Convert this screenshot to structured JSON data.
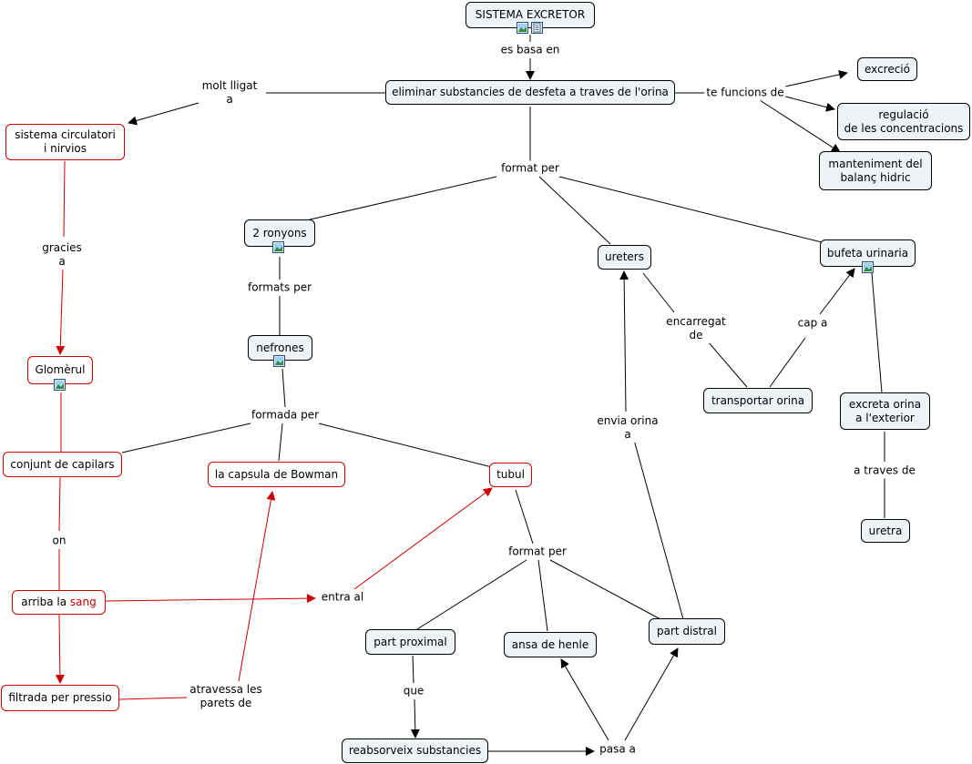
{
  "nodes": {
    "sistema_excretor": "SISTEMA EXCRETOR",
    "eliminar": "eliminar substancies de desfeta a traves de l'orina",
    "excrecio": "excreció",
    "regulacio": "regulació\nde les concentracions",
    "manteniment": "manteniment del\nbalanç hidric",
    "sistema_circulatori": "sistema circulatori\ni nirvios",
    "dos_ronyons": "2 ronyons",
    "ureters": "ureters",
    "bufeta": "bufeta urinaria",
    "nefrones": "nefrones",
    "glomerul": "Glomèrul",
    "transportar": "transportar orina",
    "excreta": "excreta orina\na l'exterior",
    "conjunt": "conjunt de capilars",
    "capsula": "la capsula de Bowman",
    "tubul": "tubul",
    "uretra": "uretra",
    "arriba_prefix": "arriba la ",
    "arriba_word": "sang",
    "part_proximal": "part proximal",
    "ansa": "ansa de henle",
    "part_distral": "part distral",
    "filtrada": "filtrada per pressio",
    "reabsorveix": "reabsorveix substancies"
  },
  "links": {
    "es_basa_en": "es basa en",
    "molt_lligat": "molt lligat\na",
    "te_funcions": "te funcions de",
    "format_per": "format per",
    "gracies": "gracies\na",
    "formats_per": "formats per",
    "encarregat": "encarregat\nde",
    "cap_a": "cap a",
    "formada_per": "formada per",
    "envia_orina": "envia orina\na",
    "a_traves": "a traves de",
    "on": "on",
    "format_per_2": "format per",
    "entra_al": "entra al",
    "que": "que",
    "atravessa": "atravessa les\nparets de",
    "pasa_a": "pasa a"
  },
  "icons": [
    "image-icon",
    "document-icon"
  ],
  "colors": {
    "node_fill": "#eef3f6",
    "red": "#cc0000",
    "line": "#000000"
  }
}
